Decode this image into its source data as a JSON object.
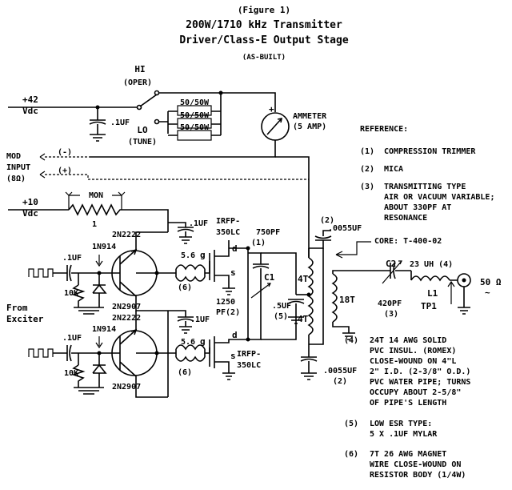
{
  "header": {
    "figure": "(Figure 1)",
    "title": "200W/1710 kHz Transmitter",
    "subtitle": "Driver/Class-E Output Stage",
    "note": "(AS-BUILT)"
  },
  "inputs": {
    "supply_42": [
      "+42",
      "Vdc"
    ],
    "supply_10": [
      "+10",
      "Vdc"
    ],
    "mod": [
      "MOD",
      "INPUT",
      "(8Ω)"
    ],
    "mod_minus": "(-)",
    "mod_plus": "(+)",
    "exciter": [
      "From",
      "Exciter"
    ]
  },
  "switch": {
    "hi": "HI",
    "oper": "(OPER)",
    "lo": "LO",
    "tune": "(TUNE)"
  },
  "meter": {
    "name": "AMMETER",
    "range": "(5 AMP)",
    "plus": "+"
  },
  "components": {
    "c_bypass_42": ".1UF",
    "r_50w": "50/50W",
    "mon": "MON",
    "mon_ref": "1",
    "c_bypass_10": ".1UF",
    "q_npn": "2N2222",
    "q_pnp": "2N2907",
    "diode": "1N914",
    "r_10k": "10K",
    "c_in": ".1UF",
    "r_gate": "5.6",
    "ferrite_ref": "(6)",
    "gate": "g",
    "drain": "d",
    "source": "s",
    "mosfet": [
      "IRFP-",
      "350LC"
    ],
    "c_750": [
      "750PF",
      "(1)"
    ],
    "c1": "C1",
    "c_1250": [
      "1250",
      "PF(2)"
    ],
    "c_5uf": [
      ".5UF",
      "(5)"
    ],
    "c_0055": [
      ".0055UF",
      "(2)"
    ],
    "xfmr_primary": "4T",
    "xfmr_secondary": "18T",
    "core": "CORE: T-400-02",
    "c2": "C2",
    "c2_value": [
      "420PF",
      "(3)"
    ],
    "l1": "L1",
    "l1_value": "23 UH (4)",
    "tp1": "TP1",
    "load": [
      "50 Ω",
      "~"
    ]
  },
  "reference": {
    "heading": "REFERENCE:",
    "notes": [
      {
        "num": "(1)",
        "lines": [
          "COMPRESSION TRIMMER"
        ]
      },
      {
        "num": "(2)",
        "lines": [
          "MICA"
        ]
      },
      {
        "num": "(3)",
        "lines": [
          "TRANSMITTING TYPE",
          "AIR OR VACUUM VARIABLE;",
          "ABOUT 330PF AT",
          "RESONANCE"
        ]
      },
      {
        "num": "(4)",
        "lines": [
          "24T 14 AWG SOLID",
          "PVC INSUL. (ROMEX)",
          "CLOSE-WOUND ON 4\"L",
          "2\" I.D. (2-3/8\" O.D.)",
          "PVC WATER PIPE; TURNS",
          "OCCUPY ABOUT 2-5/8\"",
          "OF PIPE'S LENGTH"
        ]
      },
      {
        "num": "(5)",
        "lines": [
          "LOW ESR TYPE:",
          "5 X .1UF MYLAR"
        ]
      },
      {
        "num": "(6)",
        "lines": [
          "7T 26 AWG MAGNET",
          "WIRE CLOSE-WOUND ON",
          "RESISTOR BODY (1/4W)"
        ]
      }
    ]
  }
}
